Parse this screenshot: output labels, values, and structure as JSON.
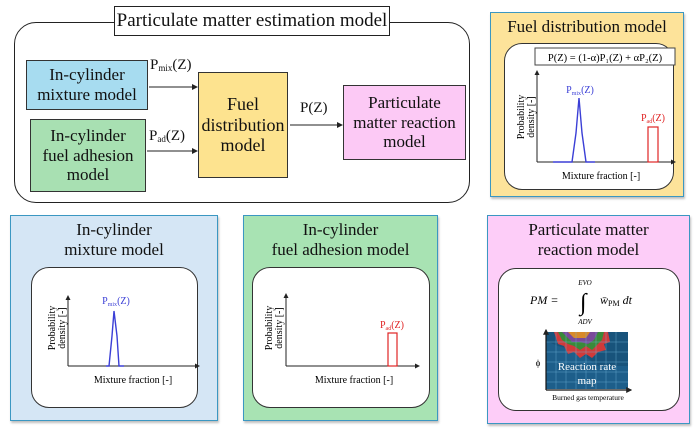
{
  "main": {
    "title": "Particulate matter estimation model",
    "blocks": {
      "mixture": [
        "In-cylinder",
        "mixture model"
      ],
      "adhesion": [
        "In-cylinder",
        "fuel adhesion",
        "model"
      ],
      "fuel": [
        "Fuel",
        "distribution",
        "model"
      ],
      "pm": [
        "Particulate",
        "matter reaction",
        "model"
      ]
    },
    "arrows": {
      "pmix": {
        "base": "P",
        "sub": "mix",
        "arg": "(Z)"
      },
      "pad": {
        "base": "P",
        "sub": "ad",
        "arg": "(Z)"
      },
      "pz": "P(Z)"
    }
  },
  "panels": {
    "fuel": {
      "title": "Fuel distribution model",
      "formula": "P(Z) = (1-α)P₁(Z) + αP₂(Z)",
      "ylabel1": "Probability",
      "ylabel2": "density [-]",
      "xlabel": "Mixture fraction [-]",
      "peak_label": "Pmix(Z)",
      "rect_label": "Pad(Z)"
    },
    "mixture": {
      "title1": "In-cylinder",
      "title2": "mixture model",
      "ylabel1": "Probability",
      "ylabel2": "density [-]",
      "xlabel": "Mixture fraction [-]",
      "peak_label": "Pmix(Z)"
    },
    "adhesion": {
      "title1": "In-cylinder",
      "title2": "fuel adhesion model",
      "ylabel1": "Probability",
      "ylabel2": "density [-]",
      "xlabel": "Mixture fraction [-]",
      "rect_label": "Pad(Z)"
    },
    "pm": {
      "title1": "Particulate matter",
      "title2": "reaction model",
      "formula_lhs": "PM =",
      "int_upper": "EVO",
      "int_lower": "ADV",
      "integrand": "w̄",
      "integrand_sub": "PM",
      "dt": "dt",
      "map_label1": "Reaction rate",
      "map_label2": "map",
      "ylabel": "ϕ",
      "xlabel": "Burned gas temperature"
    }
  },
  "colors": {
    "mixture": "#a7dcf0",
    "adhesion": "#a8e0b2",
    "fuel": "#fde38f",
    "pm": "#fcc9f5",
    "pmix_curve": "#3b3fd6",
    "pad_rect": "#e02424",
    "panel_border": "#3b97c2"
  }
}
